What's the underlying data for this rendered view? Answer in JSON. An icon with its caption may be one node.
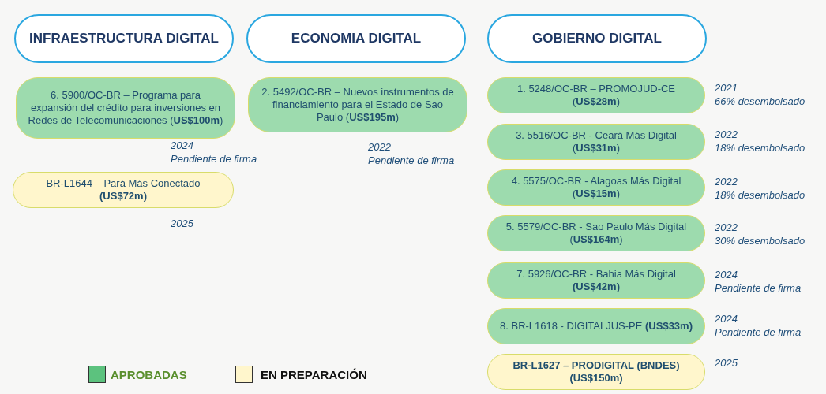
{
  "diagram": {
    "nodes": [
      {
        "text": [
          "INFRAESTRUCTURA DIGITAL"
        ]
      },
      {
        "text": [
          "ECONOMIA DIGITAL"
        ]
      },
      {
        "text": [
          "GOBIERNO DIGITAL"
        ]
      },
      {
        "text": [
          "6. 5900/OC-BR – Programa para expansión del crédito para inversiones en Redes de Telecomunicaciones (**US$100m**)"
        ],
        "beside": [
          "2024",
          "Pendiente de firma"
        ]
      },
      {
        "text": [
          "BR-L1644 – Pará Más Conectado **(US$72m)**"
        ],
        "beside": [
          "2025"
        ]
      },
      {
        "text": [
          "2. 5492/OC-BR – Nuevos instrumentos de financiamiento para el Estado de Sao Paulo (**US$195m**)"
        ],
        "beside": [
          "2022",
          "Pendiente de firma"
        ]
      },
      {
        "text": [
          "1. 5248/OC-BR – PROMOJUD-CE (**US$28m**)"
        ],
        "beside": [
          "2021",
          "66% desembolsado"
        ]
      },
      {
        "text": [
          "3. 5516/OC-BR - Ceará Más Digital (**US$31m**)"
        ],
        "beside": [
          "2022",
          "18% desembolsado"
        ]
      },
      {
        "text": [
          "4. 5575/OC-BR - Alagoas Más Digital (**US$15m**)"
        ],
        "beside": [
          "2022",
          "18% desembolsado"
        ]
      },
      {
        "text": [
          "5. 5579/OC-BR - Sao Paulo Más Digital (**US$164m**)"
        ],
        "beside": [
          "2022",
          "30% desembolsado"
        ]
      },
      {
        "text": [
          "7. 5926/OC-BR - Bahia Más Digital **(US$42m)**"
        ],
        "beside": [
          "2024",
          "Pendiente de firma"
        ]
      },
      {
        "text": [
          "8. BR-L1618 - DIGITALJUS-PE **(US$33m)**"
        ],
        "beside": [
          "2024",
          "Pendiente de firma"
        ]
      },
      {
        "text": [
          "**BR-L1627 – PRODIGITAL (BNDES) (US$150m)**"
        ],
        "beside": [
          "2025"
        ]
      }
    ],
    "legend": [
      {
        "text": "APROBADAS",
        "color": "#5cc27e"
      },
      {
        "text": "EN PREPARACIÓN",
        "color": "#fff6cc"
      }
    ]
  }
}
